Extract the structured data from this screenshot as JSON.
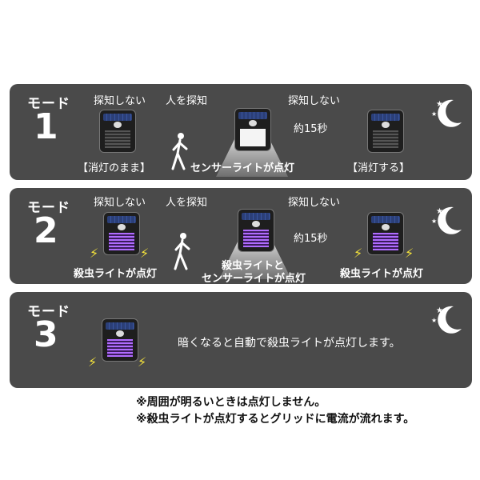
{
  "colors": {
    "panel": "#4a4a4a",
    "text": "#ffffff",
    "bolt": "#f4e23b",
    "purple": "#b06cff"
  },
  "mode1": {
    "label": "モード",
    "number": "1",
    "h_no_detect_1": "探知しない",
    "h_detect": "人を探知",
    "h_no_detect_2": "探知しない",
    "timer": "約15秒",
    "state_left": "【消灯のまま】",
    "state_mid": "センサーライトが点灯",
    "state_right": "【消灯する】"
  },
  "mode2": {
    "label": "モード",
    "number": "2",
    "h_no_detect_1": "探知しない",
    "h_detect": "人を探知",
    "h_no_detect_2": "探知しない",
    "timer": "約15秒",
    "state_left": "殺虫ライトが点灯",
    "state_mid_1": "殺虫ライトと",
    "state_mid_2": "センサーライトが点灯",
    "state_right": "殺虫ライトが点灯"
  },
  "mode3": {
    "label": "モード",
    "number": "3",
    "desc": "暗くなると自動で殺虫ライトが点灯します。"
  },
  "notes": {
    "n1": "※周囲が明るいときは点灯しません。",
    "n2": "※殺虫ライトが点灯するとグリッドに電流が流れます。"
  }
}
